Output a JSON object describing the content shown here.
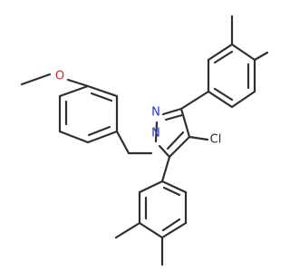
{
  "structure": {
    "atoms": {
      "oxygen": "O",
      "n1": "N",
      "n2": "N",
      "chlorine": "Cl"
    },
    "colors": {
      "bond": "#2f2f2f",
      "oxygen": "#d42a2a",
      "nitrogen": "#2a33cc",
      "chlorine": "#2c2c2c",
      "background": "#ffffff"
    }
  }
}
